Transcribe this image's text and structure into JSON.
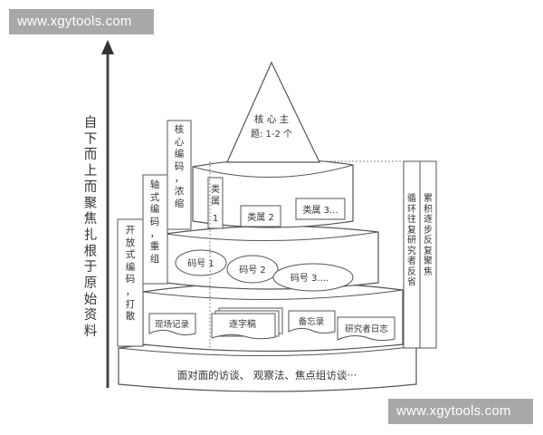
{
  "watermarks": {
    "top": "www.xgytools.com",
    "bottom": "www.xgytools.com"
  },
  "axis": {
    "arrow_icon": "up-arrow",
    "label": "自下而上而聚焦扎根于原始资料"
  },
  "apex": {
    "line1": "核 心 主",
    "line2": "题: 1-2 个"
  },
  "tiers": {
    "categories": {
      "items": [
        "类属 1",
        "类属 2",
        "类属 3..."
      ],
      "item1_chars": [
        "类",
        "属",
        "1"
      ]
    },
    "codes": {
      "items": [
        "码号 1",
        "码号 2",
        "码号 3...."
      ]
    },
    "materials": {
      "items": [
        "现场记录",
        "逐字稿",
        "备忘录",
        "研究者日志"
      ]
    },
    "base": {
      "label": "面对面的访谈、 观察法、焦点组访谈···"
    }
  },
  "coding_labels": {
    "core": [
      "核",
      "心",
      "编",
      "码",
      "，",
      "浓",
      "缩"
    ],
    "axial": [
      "轴",
      "式",
      "编",
      "码",
      "，",
      "重",
      "组"
    ],
    "open": [
      "开",
      "放",
      "式",
      "编",
      "码",
      "，",
      "打",
      "散"
    ]
  },
  "right_columns": {
    "cycle": "循环往复 研究者反省",
    "accumulate": "累积 逐步 反复 聚焦"
  },
  "colors": {
    "line": "#444444",
    "text": "#333333",
    "watermark_bg": "#a8a8a8",
    "watermark_text": "#ffffff"
  }
}
